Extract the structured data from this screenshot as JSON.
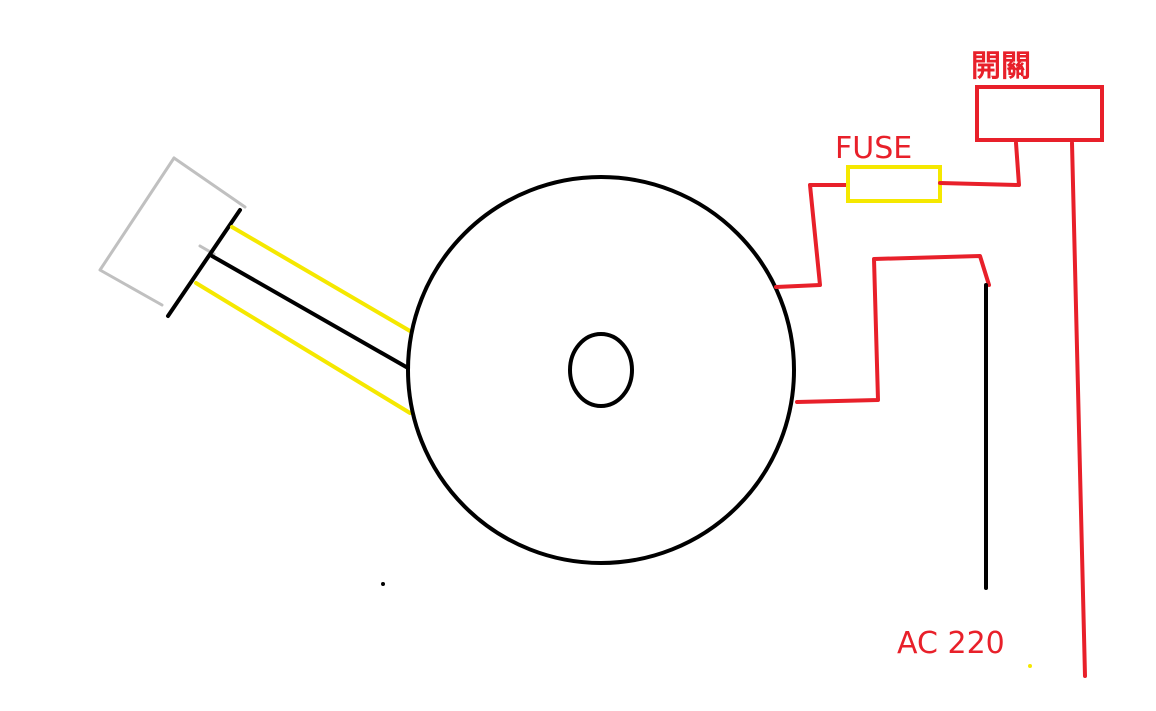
{
  "diagram": {
    "labels": {
      "switch": "開關",
      "fuse": "FUSE",
      "ac": "AC 220"
    },
    "colors": {
      "wire_red": "#e8202a",
      "wire_black": "#000000",
      "wire_yellow": "#f5e800",
      "fuse_outline": "#f5e800",
      "plug_gray": "#c0c0c0",
      "background": "#ffffff"
    }
  }
}
